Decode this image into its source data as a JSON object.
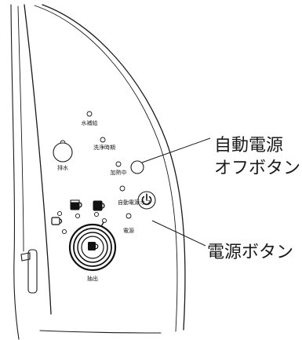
{
  "labels": {
    "water_refill": "水補給",
    "clean_time": "洗浄時期",
    "heating": "加熱中",
    "drain": "排水",
    "auto_power_off": "自動電源オフ",
    "power": "電源",
    "extract": "抽出"
  },
  "callouts": {
    "auto_power_off_line1": "自動電源",
    "auto_power_off_line2": "オフボタン",
    "power_button": "電源ボタン"
  },
  "colors": {
    "ink": "#1a1a1a",
    "background": "#ffffff",
    "icon_fill": "#111111"
  },
  "icons": {
    "power": "power-icon",
    "cup": "coffee-cup-icon"
  }
}
